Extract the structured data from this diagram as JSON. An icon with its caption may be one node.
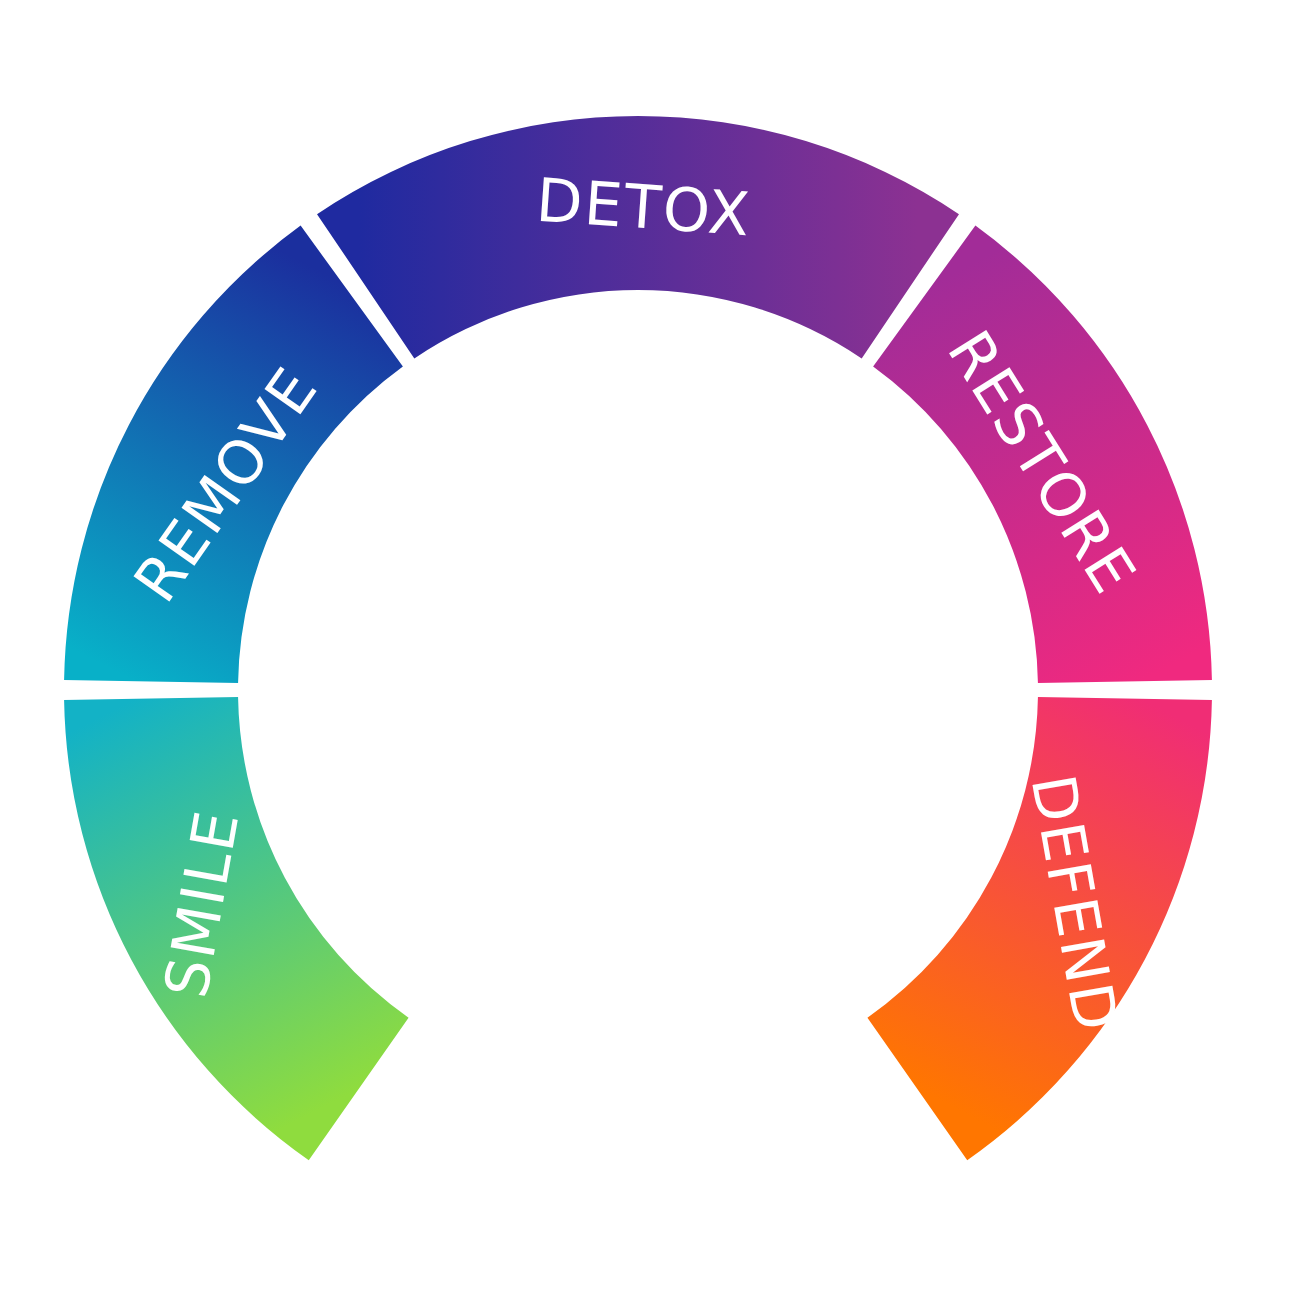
{
  "diagram": {
    "nodes": [
      {
        "text": [
          "SMILE"
        ]
      },
      {
        "text": [
          "REMOVE"
        ]
      },
      {
        "text": [
          "DETOX"
        ]
      },
      {
        "text": [
          "RESTORE"
        ]
      },
      {
        "text": [
          "DEFEND"
        ]
      }
    ]
  }
}
